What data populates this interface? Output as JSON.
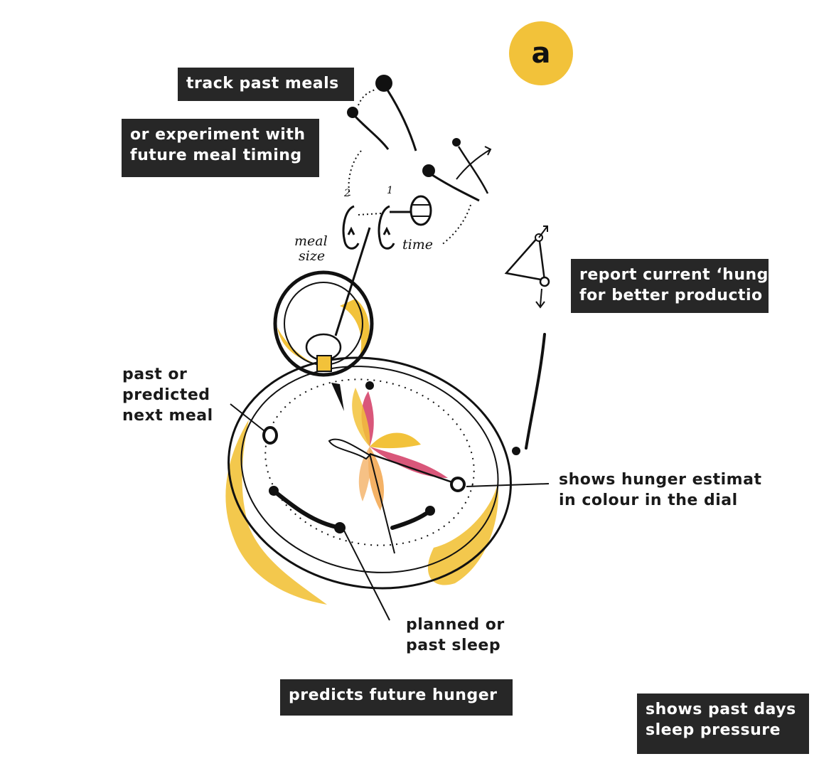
{
  "panel_label": "a",
  "callouts": {
    "track_past_meals": "track past meals",
    "experiment": [
      "or experiment with",
      "future meal timing"
    ],
    "report_hunger": [
      "report current ‘hunger’",
      "for better productio"
    ],
    "predicts_future_hunger": "predicts future hunger",
    "past_days_sleep": [
      "shows past days",
      "sleep pressure"
    ]
  },
  "annotations": {
    "past_or_predicted_meal": [
      "past or",
      "predicted",
      "next meal"
    ],
    "hunger_estimate": [
      "shows hunger estimat",
      "in colour in the dial"
    ],
    "planned_sleep": [
      "planned or",
      "past sleep"
    ]
  },
  "handwriting": {
    "meal_size": [
      "meal",
      "size"
    ],
    "time": "time",
    "two": "2",
    "one": "1"
  },
  "colors": {
    "accent_yellow": "#f2c23a",
    "petal_pink": "#d9577a",
    "petal_orange": "#f4b266",
    "box_background": "#272727",
    "ink": "#111111"
  }
}
